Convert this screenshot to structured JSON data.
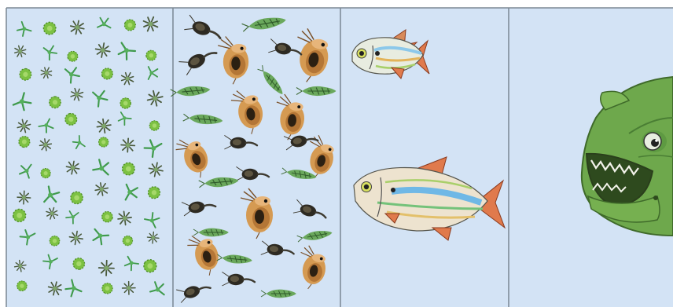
{
  "panels": [
    {
      "id": "phytoplankton",
      "organisms": [
        "green-star-algae",
        "round-green-algae",
        "dark-diatom-star"
      ]
    },
    {
      "id": "zooplankton",
      "organisms": [
        "water-flea",
        "copepod",
        "tadpole-larva",
        "green-insect-larva"
      ]
    },
    {
      "id": "small-fish",
      "organisms": [
        "fish-small",
        "fish-large"
      ]
    },
    {
      "id": "predator-fish",
      "organisms": [
        "predator-fish"
      ]
    }
  ],
  "colors": {
    "panel_bg": "#d3e3f5",
    "divider": "#7b8793",
    "algae_green": "#7cc142",
    "water_flea": "#d39a55",
    "copepod": "#2c2820",
    "insect_larva": "#5f9e54",
    "fish_body": "#e8ece0",
    "fish_fin": "#e07a4c",
    "fish_stripe": "#70c0e0",
    "predator": "#6ea84c"
  }
}
